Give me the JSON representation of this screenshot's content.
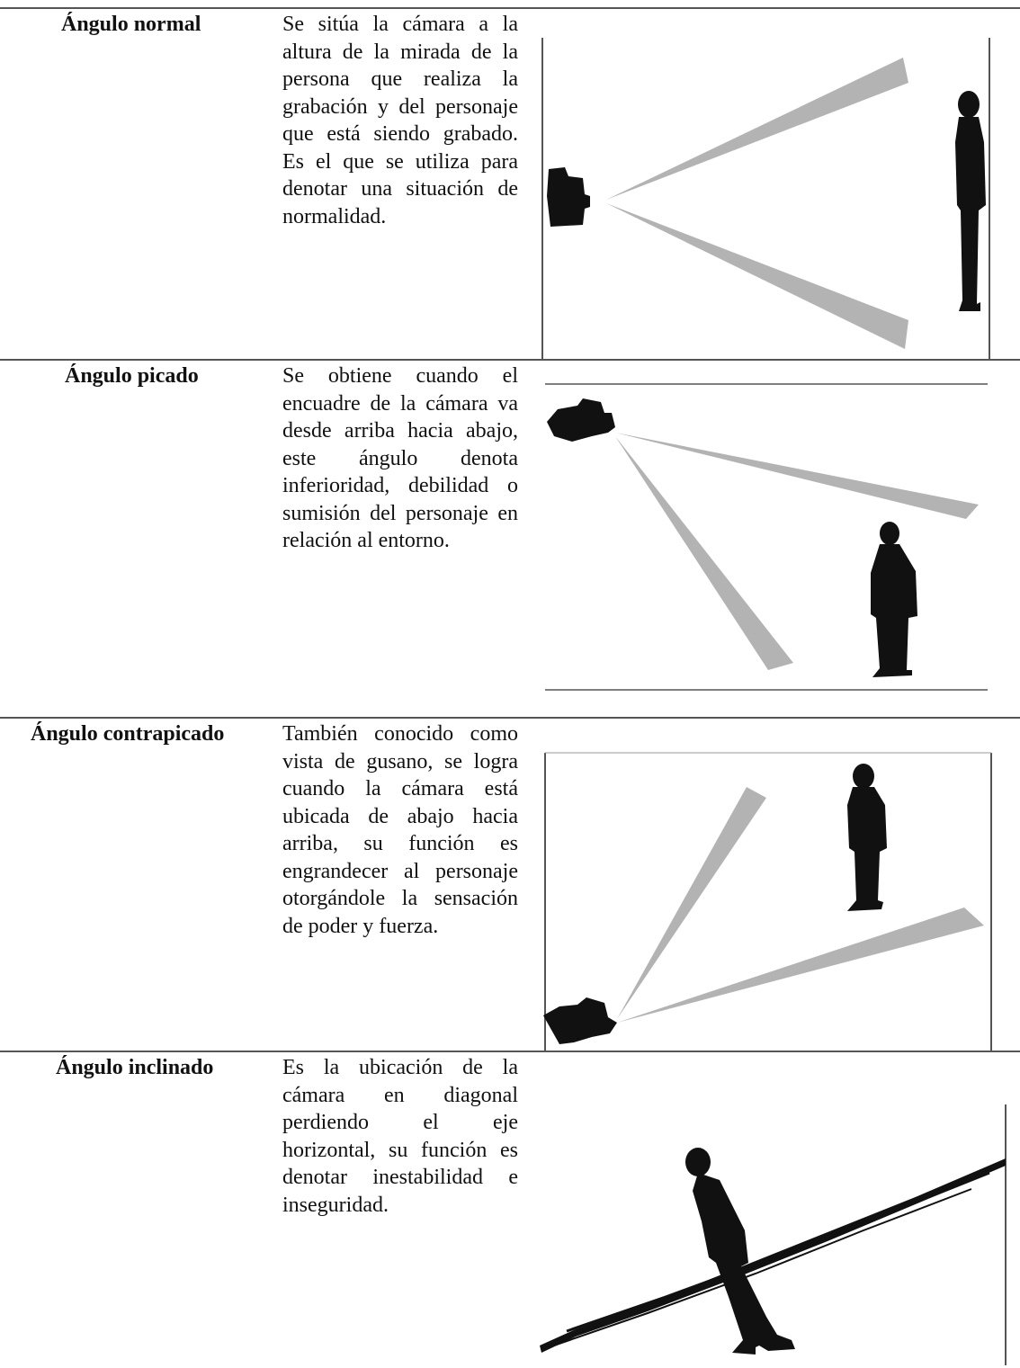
{
  "rows": [
    {
      "name": "Ángulo normal",
      "description": "Se sitúa la cámara a la altura de la mirada de la persona que realiza la grabación y del personaje que está siendo grabado. Es el que se utiliza para denotar una situación de normalidad.",
      "illustration": "camera-eye-level-figure-standing"
    },
    {
      "name": "Ángulo picado",
      "description": "Se obtiene cuando el encuadre de la cámara va desde arriba hacia abajo, este ángulo denota inferioridad, debilidad o sumisión del personaje en relación al entorno.",
      "illustration": "camera-high-angle-figure-standing"
    },
    {
      "name": "Ángulo contrapicado",
      "description": "También conocido como vista de gusano, se logra cuando la cámara está ubicada de abajo hacia arriba, su función es engrandecer al personaje otorgándole la sensación de poder y fuerza.",
      "illustration": "camera-low-angle-figure-standing"
    },
    {
      "name": "Ángulo inclinado",
      "description": "Es la ubicación de la cámara en diagonal perdiendo el eje horizontal, su función es denotar inestabilidad e inseguridad.",
      "illustration": "figure-on-tilted-ground"
    }
  ],
  "colors": {
    "beam": "#b3b3b3",
    "silhouette": "#111111",
    "rule": "#555555"
  }
}
